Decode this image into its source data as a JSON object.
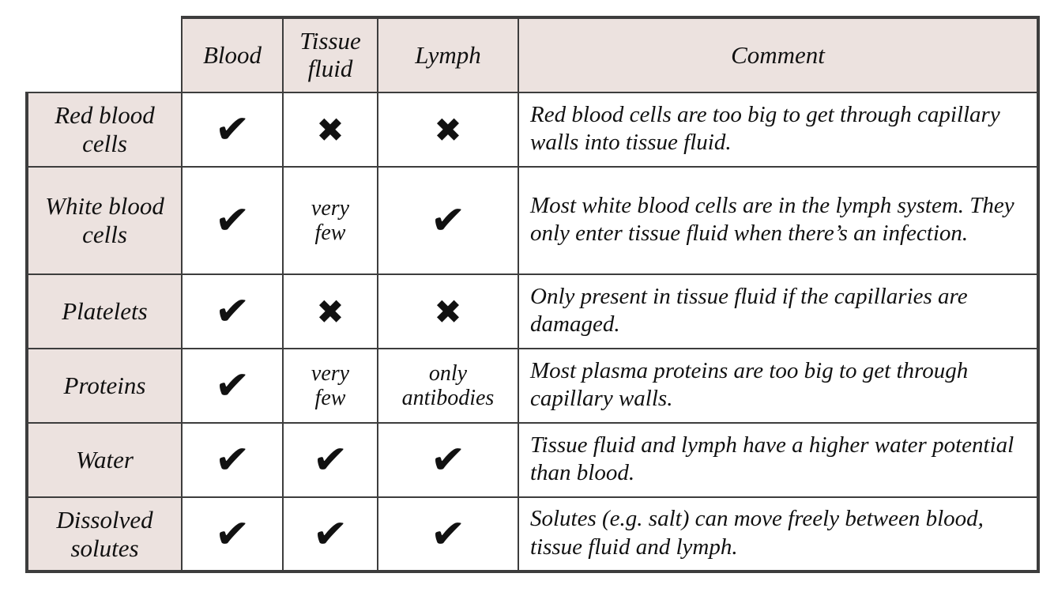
{
  "colors": {
    "header_bg": "#ece2df",
    "border": "#3d3d3d",
    "text": "#111111",
    "background": "#ffffff"
  },
  "glyphs": {
    "check": "✔",
    "cross": "✖"
  },
  "table": {
    "columns": [
      "",
      "Blood",
      "Tissue fluid",
      "Lymph",
      "Comment"
    ],
    "rows": [
      {
        "label": "Red blood cells",
        "blood": "check",
        "tissue_fluid": "cross",
        "lymph": "cross",
        "comment": "Red blood cells are too big to get through capillary walls into tissue fluid."
      },
      {
        "label": "White blood cells",
        "blood": "check",
        "tissue_fluid": "very\nfew",
        "lymph": "check",
        "comment": "Most white blood cells are in the lymph system.  They only enter tissue fluid when there’s an infection."
      },
      {
        "label": "Platelets",
        "blood": "check",
        "tissue_fluid": "cross",
        "lymph": "cross",
        "comment": "Only present in tissue fluid if the capillaries are damaged."
      },
      {
        "label": "Proteins",
        "blood": "check",
        "tissue_fluid": "very\nfew",
        "lymph": "only\nantibodies",
        "comment": "Most plasma proteins are too big to get through capillary walls."
      },
      {
        "label": "Water",
        "blood": "check",
        "tissue_fluid": "check",
        "lymph": "check",
        "comment": "Tissue fluid and lymph have a higher water potential than blood."
      },
      {
        "label": "Dissolved solutes",
        "blood": "check",
        "tissue_fluid": "check",
        "lymph": "check",
        "comment": "Solutes (e.g. salt) can move freely between blood, tissue fluid and lymph."
      }
    ]
  }
}
